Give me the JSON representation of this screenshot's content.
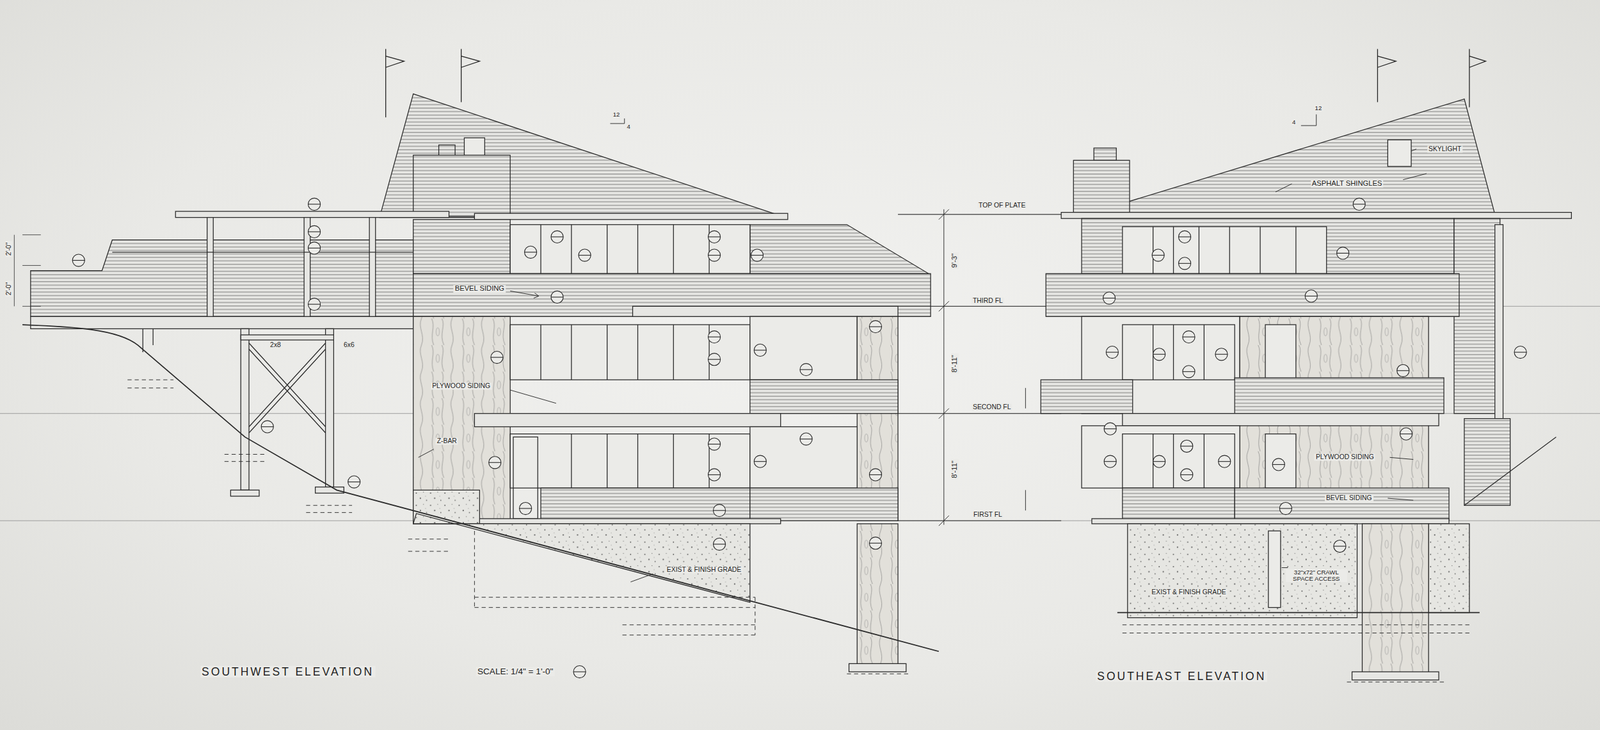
{
  "diagram": {
    "labels": [
      "SOUTHWEST ELEVATION",
      "SCALE: 1/4\" = 1'-0\"",
      "SOUTHEAST ELEVATION",
      "BEVEL SIDING",
      "PLYWOOD SIDING",
      "Z-BAR",
      "2x8",
      "6x6",
      "EXIST & FINISH GRADE",
      "TOP OF PLATE",
      "THIRD FL",
      "SECOND FL",
      "FIRST FL",
      "9'-3\"",
      "8'-11\"",
      "8'-11\"",
      "2'-0\"",
      "2'-0\"",
      "12",
      "4",
      "4",
      "12",
      "SKYLIGHT",
      "ASPHALT SHINGLES",
      "PLYWOOD SIDING",
      "BEVEL SIDING",
      "32\"x72\" CRAWL SPACE ACCESS",
      "EXIST & FINISH GRADE"
    ]
  }
}
